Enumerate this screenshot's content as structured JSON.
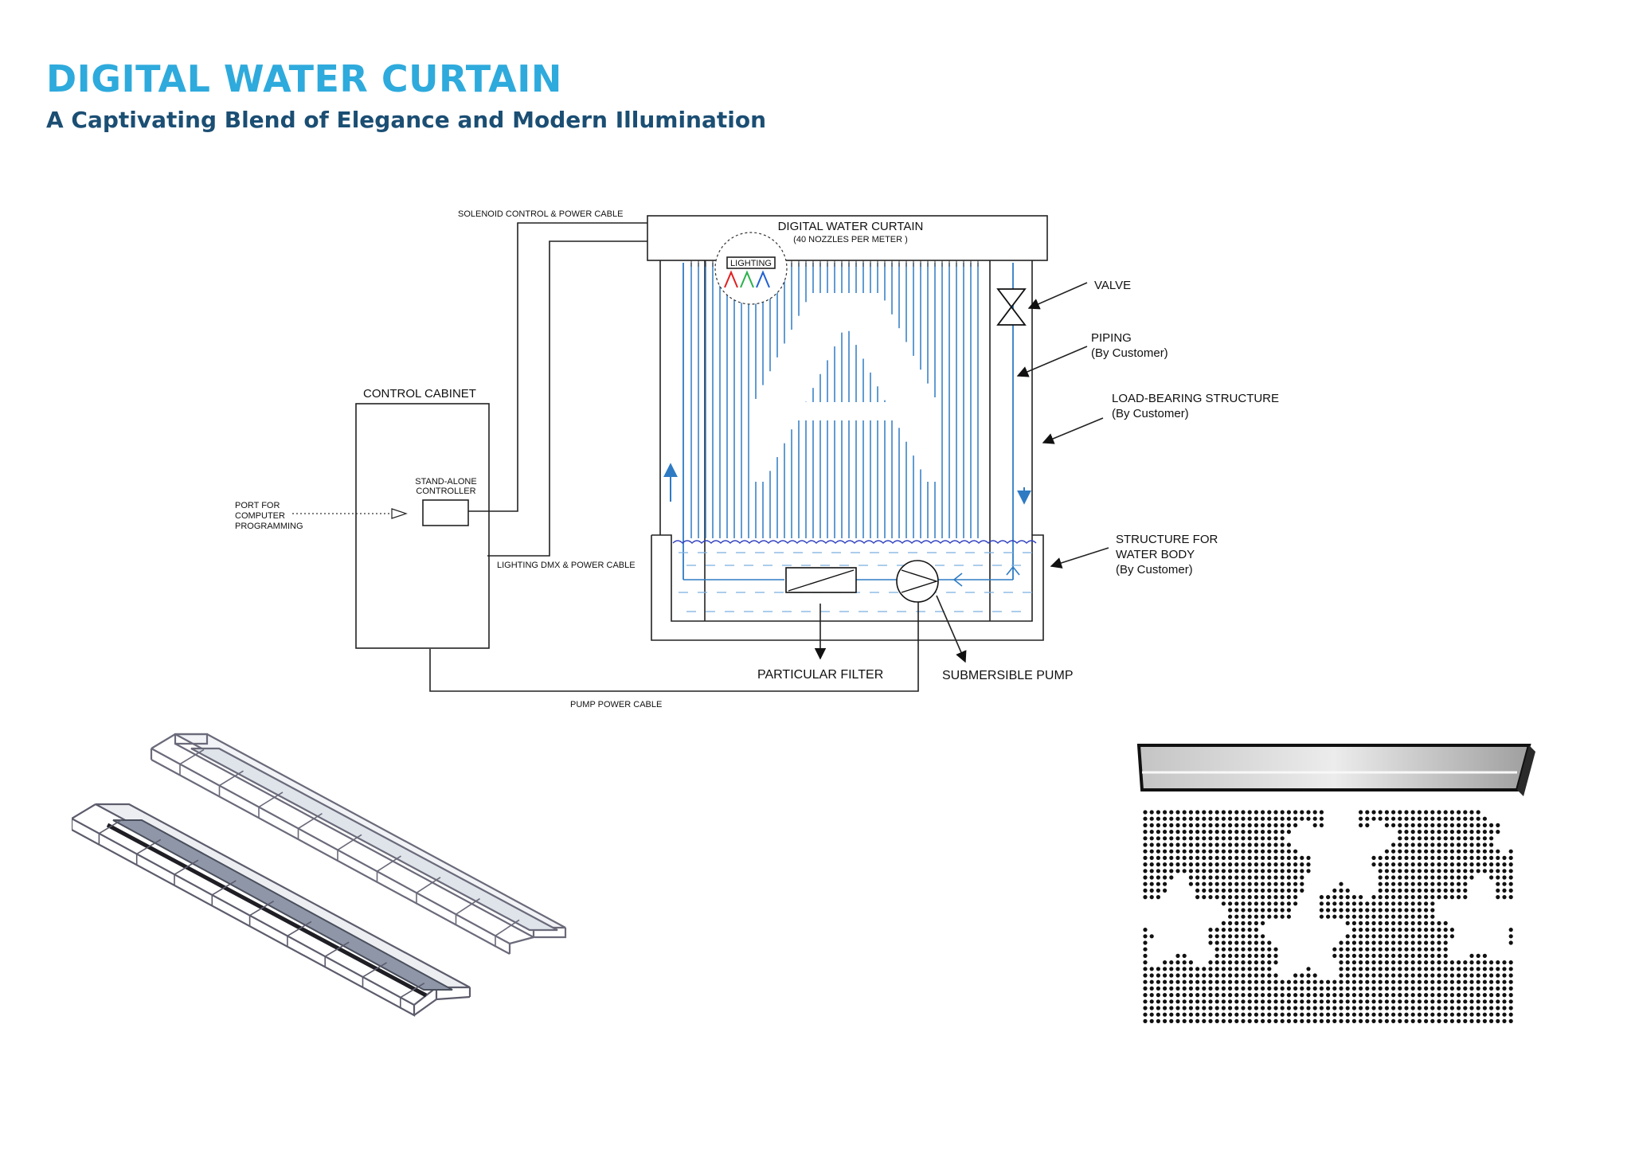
{
  "header": {
    "title": "DIGITAL WATER CURTAIN",
    "subtitle": "A Captivating Blend of Elegance and Modern Illumination"
  },
  "diagram": {
    "solenoid_cable": "SOLENOID CONTROL & POWER CABLE",
    "curtain_title": "DIGITAL WATER CURTAIN",
    "curtain_sub": "(40 NOZZLES PER METER )",
    "lighting": "LIGHTING",
    "valve": "VALVE",
    "piping_1": "PIPING",
    "piping_2": "(By Customer)",
    "load_1": "LOAD-BEARING  STRUCTURE",
    "load_2": "(By Customer)",
    "cabinet": "CONTROL CABINET",
    "controller_1": "STAND-ALONE",
    "controller_2": "CONTROLLER",
    "port_1": "PORT FOR",
    "port_2": "COMPUTER",
    "port_3": "PROGRAMMING",
    "dmx_cable": "LIGHTING DMX & POWER CABLE",
    "water_1": "STRUCTURE FOR",
    "water_2": "WATER BODY",
    "water_3": "(By Customer)",
    "filter": "PARTICULAR FILTER",
    "pump": "SUBMERSIBLE PUMP",
    "pump_cable": "PUMP POWER CABLE"
  },
  "colors": {
    "title": "#2eaadc",
    "subtitle": "#1b4e73",
    "water_lines": "#2e7bc4"
  }
}
